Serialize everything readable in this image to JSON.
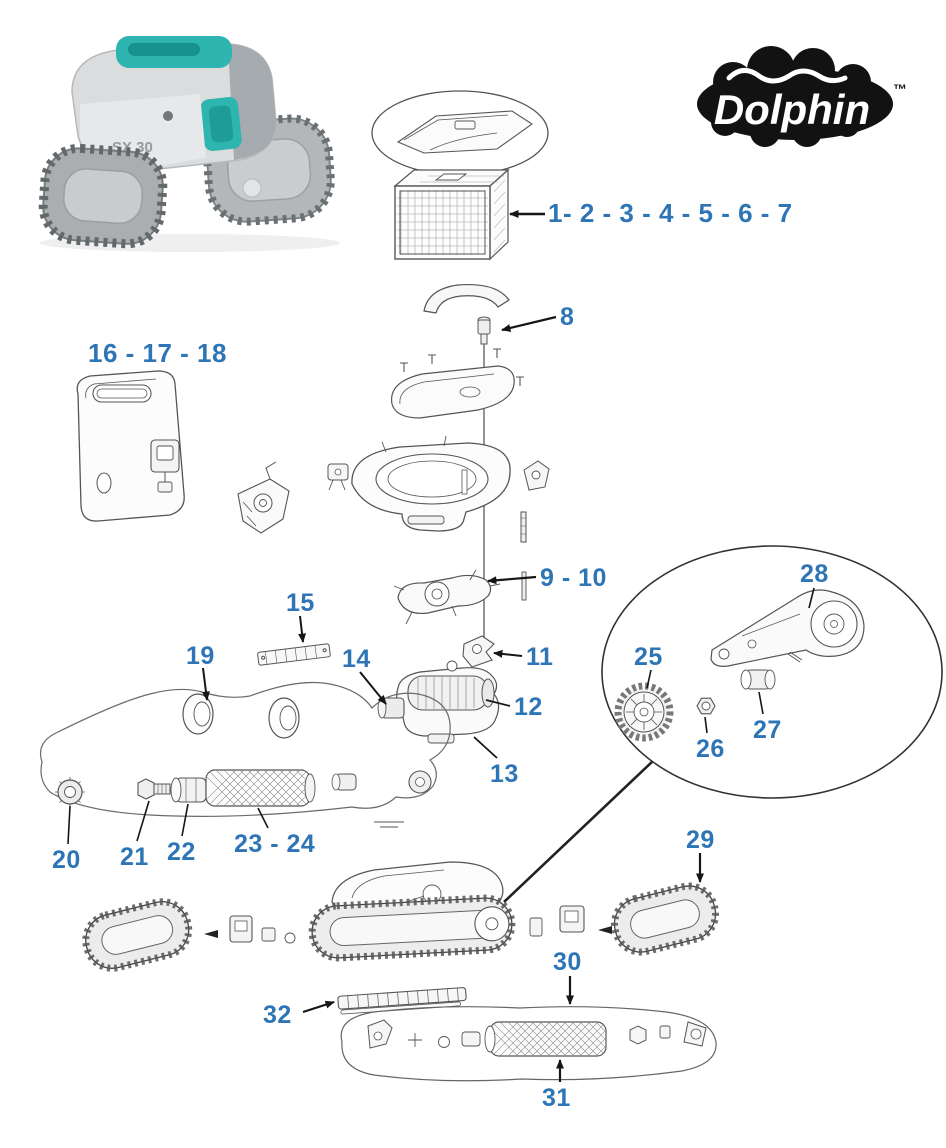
{
  "logo": {
    "brand": "Dolphin",
    "trademark": "™"
  },
  "product_photo": {
    "model_label": "SX 30"
  },
  "colors": {
    "label_blue": "#2e75b6",
    "line_gray": "#4d4d4d",
    "teal_accent": "#2fb5b0",
    "logo_black": "#121212",
    "background": "#ffffff"
  },
  "part_labels": [
    {
      "id": "parts-1-7",
      "text": "1- 2 - 3 - 4 - 5 - 6 - 7"
    },
    {
      "id": "part-8",
      "text": "8"
    },
    {
      "id": "parts-16-18",
      "text": "16 - 17 - 18"
    },
    {
      "id": "parts-9-10",
      "text": "9 - 10"
    },
    {
      "id": "part-15",
      "text": "15"
    },
    {
      "id": "part-19",
      "text": "19"
    },
    {
      "id": "part-14",
      "text": "14"
    },
    {
      "id": "part-11",
      "text": "11"
    },
    {
      "id": "part-12",
      "text": "12"
    },
    {
      "id": "part-13",
      "text": "13"
    },
    {
      "id": "part-28",
      "text": "28"
    },
    {
      "id": "part-25",
      "text": "25"
    },
    {
      "id": "part-26",
      "text": "26"
    },
    {
      "id": "part-27",
      "text": "27"
    },
    {
      "id": "part-20",
      "text": "20"
    },
    {
      "id": "part-21",
      "text": "21"
    },
    {
      "id": "part-22",
      "text": "22"
    },
    {
      "id": "parts-23-24",
      "text": "23 - 24"
    },
    {
      "id": "part-29",
      "text": "29"
    },
    {
      "id": "part-30",
      "text": "30"
    },
    {
      "id": "part-32",
      "text": "32"
    },
    {
      "id": "part-31",
      "text": "31"
    }
  ]
}
